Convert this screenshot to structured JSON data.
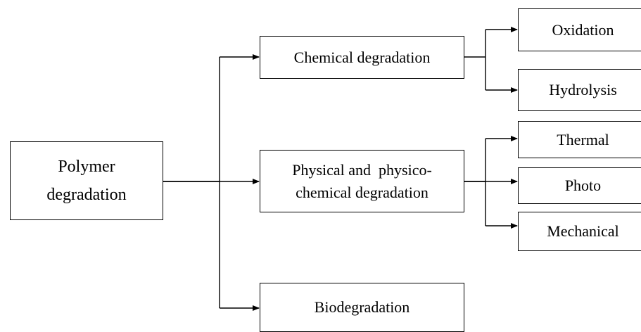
{
  "diagram": {
    "root": {
      "label_line1": "Polymer",
      "label_line2": "degradation"
    },
    "categories": {
      "chemical": {
        "label": "Chemical degradation"
      },
      "physical": {
        "label_line1": "Physical and  physico-",
        "label_line2": "chemical degradation"
      },
      "bio": {
        "label": "Biodegradation"
      }
    },
    "leaves": {
      "oxidation": "Oxidation",
      "hydrolysis": "Hydrolysis",
      "thermal": "Thermal",
      "photo": "Photo",
      "mechanical": "Mechanical"
    }
  }
}
